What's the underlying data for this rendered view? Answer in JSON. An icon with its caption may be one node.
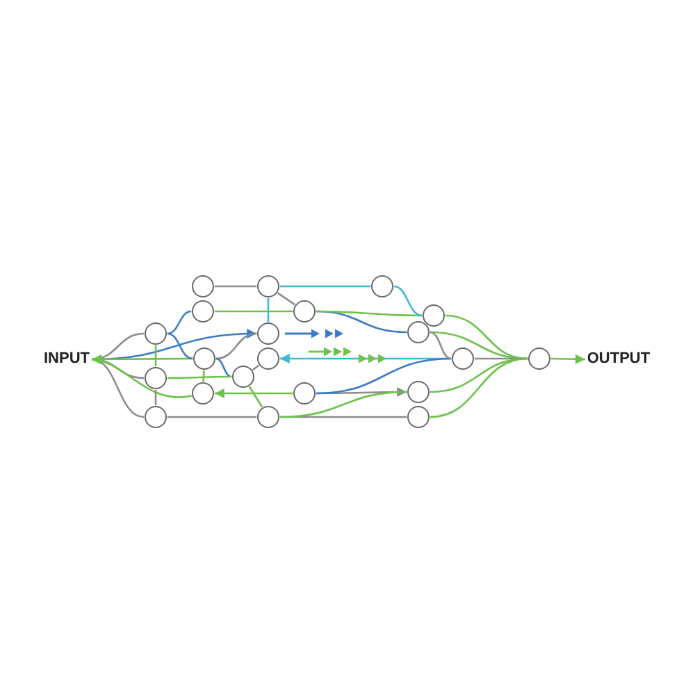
{
  "diagram": {
    "nodes": [
      {
        "text": [],
        "shape": "circle"
      },
      {
        "text": [],
        "shape": "circle"
      },
      {
        "text": [],
        "shape": "circle"
      },
      {
        "text": [],
        "shape": "circle"
      },
      {
        "text": [],
        "shape": "circle"
      },
      {
        "text": [],
        "shape": "circle"
      },
      {
        "text": [],
        "shape": "circle"
      },
      {
        "text": [],
        "shape": "circle"
      },
      {
        "text": [],
        "shape": "circle"
      },
      {
        "text": [
          "INPUT"
        ]
      },
      {
        "text": [],
        "shape": "circle"
      },
      {
        "text": [],
        "shape": "circle"
      },
      {
        "text": [],
        "shape": "circle"
      },
      {
        "text": [],
        "shape": "circle"
      },
      {
        "text": [
          "OUTPUT"
        ]
      },
      {
        "text": [],
        "shape": "circle"
      },
      {
        "text": [],
        "shape": "circle"
      },
      {
        "text": [],
        "shape": "circle"
      },
      {
        "text": [],
        "shape": "circle"
      },
      {
        "text": [],
        "shape": "circle"
      },
      {
        "text": [],
        "shape": "circle"
      },
      {
        "text": [],
        "shape": "circle"
      },
      {
        "text": [],
        "shape": "circle"
      }
    ],
    "edges": [
      {
        "from": 9,
        "to": 6,
        "arrow": "none",
        "color": "#8c8c8c"
      },
      {
        "from": 9,
        "to": 15,
        "arrow": "none",
        "color": "#8c8c8c"
      },
      {
        "from": 9,
        "to": 20,
        "arrow": "none",
        "color": "#8c8c8c"
      },
      {
        "from": 9,
        "to": 7,
        "arrow": "to",
        "color": "#3a7bc8"
      },
      {
        "from": 10,
        "to": 9,
        "arrow": "to"
      },
      {
        "from": 17,
        "to": 9,
        "arrow": "to"
      },
      {
        "from": 0,
        "to": 1,
        "arrow": "none",
        "color": "#8c8c8c"
      },
      {
        "from": 6,
        "to": 3,
        "arrow": "none",
        "color": "#3a7bc8"
      },
      {
        "from": 3,
        "to": 4,
        "arrow": "none"
      },
      {
        "from": 6,
        "to": 15,
        "arrow": "none"
      },
      {
        "from": 15,
        "to": 20,
        "arrow": "none",
        "color": "#8c8c8c"
      },
      {
        "from": 10,
        "to": 17,
        "arrow": "none"
      },
      {
        "from": 6,
        "to": 10,
        "arrow": "none",
        "color": "#3a7bc8"
      },
      {
        "from": 10,
        "to": 7,
        "arrow": "none",
        "color": "#8c8c8c"
      },
      {
        "from": 10,
        "to": 16,
        "arrow": "none",
        "color": "#3a7bc8"
      },
      {
        "from": 15,
        "to": 16,
        "arrow": "none"
      },
      {
        "from": 20,
        "to": 21,
        "arrow": "none",
        "color": "#8c8c8c"
      },
      {
        "from": 16,
        "to": 11,
        "arrow": "none",
        "color": "#8c8c8c"
      },
      {
        "from": 16,
        "to": 21,
        "arrow": "none"
      },
      {
        "from": 1,
        "to": 2,
        "arrow": "none",
        "color": "#3db8d6"
      },
      {
        "from": 1,
        "to": 4,
        "arrow": "none",
        "color": "#8c8c8c"
      },
      {
        "from": 1,
        "to": 7,
        "arrow": "none",
        "color": "#3db8d6"
      },
      {
        "from": 4,
        "to": 8,
        "arrow": "none",
        "color": "#3a7bc8"
      },
      {
        "from": 4,
        "to": 5,
        "arrow": "none"
      },
      {
        "from": 2,
        "to": 5,
        "arrow": "none",
        "color": "#3db8d6"
      },
      {
        "from": 12,
        "to": 11,
        "arrow": "to",
        "color": "#3db8d6"
      },
      {
        "from": 18,
        "to": 17,
        "arrow": "to"
      },
      {
        "from": 18,
        "to": 19,
        "arrow": "to",
        "color": "#8c8c8c"
      },
      {
        "from": 21,
        "to": 22,
        "arrow": "none",
        "color": "#8c8c8c"
      },
      {
        "from": 21,
        "to": 19,
        "arrow": "none"
      },
      {
        "from": 18,
        "to": 12,
        "arrow": "none",
        "color": "#3a7bc8"
      },
      {
        "from": 5,
        "to": 13,
        "arrow": "none"
      },
      {
        "from": 8,
        "to": 13,
        "arrow": "none"
      },
      {
        "from": 12,
        "to": 13,
        "arrow": "none",
        "color": "#8c8c8c"
      },
      {
        "from": 19,
        "to": 13,
        "arrow": "none"
      },
      {
        "from": 22,
        "to": 13,
        "arrow": "none"
      },
      {
        "from": 8,
        "to": 12,
        "arrow": "none",
        "color": "#8c8c8c"
      },
      {
        "from": 13,
        "to": 14,
        "arrow": "to"
      }
    ]
  }
}
